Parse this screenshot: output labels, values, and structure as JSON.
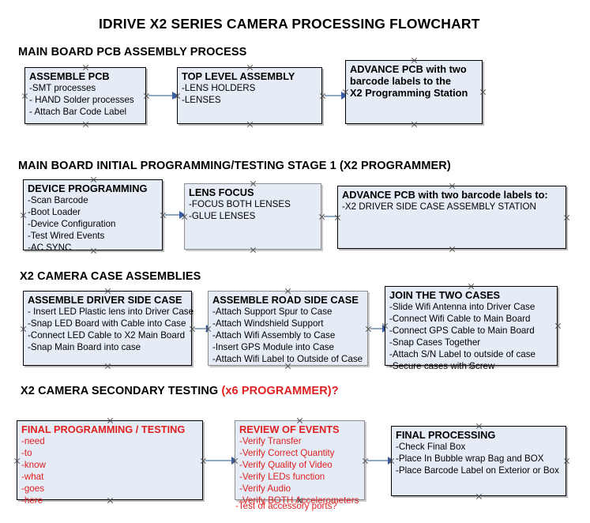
{
  "document": {
    "title": "IDRIVE X2  SERIES CAMERA PROCESSING FLOWCHART"
  },
  "colors": {
    "box_fill": "#e6ecf5",
    "box_border_black": "#000000",
    "box_border_gray": "#8d8d8d",
    "arrow_shaft": "#8fa9c4",
    "arrow_head": "#3a5fa8",
    "text_black": "#000000",
    "text_red": "#e02020"
  },
  "sections": [
    {
      "id": "main-board-pcb-assembly-process",
      "heading": "MAIN BOARD PCB ASSEMBLY PROCESS",
      "heading_accent": "",
      "boxes": [
        {
          "id": "assemble-pcb",
          "title": "ASSEMBLE PCB",
          "lines": [
            "-SMT processes",
            "- HAND Solder processes",
            "- Attach Bar Code Label"
          ]
        },
        {
          "id": "top-level-assembly",
          "title": "TOP LEVEL ASSEMBLY",
          "lines": [
            "-LENS HOLDERS",
            "-LENSES"
          ]
        },
        {
          "id": "advance-pcb-to-x2-programming-station",
          "title": "ADVANCE PCB with two",
          "lines": [
            "barcode labels to the",
            " X2 Programming Station"
          ]
        }
      ]
    },
    {
      "id": "main-board-initial-programming-testing-stage-1",
      "heading": "MAIN BOARD INITIAL PROGRAMMING/TESTING STAGE 1 (X2 PROGRAMMER)",
      "heading_accent": "",
      "boxes": [
        {
          "id": "device-programming",
          "title": "DEVICE PROGRAMMING",
          "lines": [
            "-Scan Barcode",
            "-Boot Loader",
            "-Device Configuration",
            "-Test Wired Events",
            "-AC SYNC"
          ]
        },
        {
          "id": "lens-focus",
          "title": "LENS FOCUS",
          "lines": [
            "-FOCUS BOTH LENSES",
            "-GLUE LENSES"
          ]
        },
        {
          "id": "advance-pcb-to-driver-side-case-assembly",
          "title": "ADVANCE PCB with two barcode labels to:",
          "lines": [
            "-X2 DRIVER  SIDE  CASE  ASSEMBLY STATION"
          ]
        }
      ]
    },
    {
      "id": "x2-camera-case-assemblies",
      "heading": "X2 CAMERA CASE ASSEMBLIES",
      "heading_accent": "",
      "boxes": [
        {
          "id": "assemble-driver-side-case",
          "title": "ASSEMBLE DRIVER SIDE CASE",
          "lines": [
            "- Insert LED Plastic lens into Driver Case",
            "-Snap LED Board with Cable into Case",
            "-Connect LED Cable to X2 Main Board",
            "-Snap Main Board into case"
          ]
        },
        {
          "id": "assemble-road-side-case",
          "title": "ASSEMBLE ROAD SIDE CASE",
          "lines": [
            "-Attach Support Spur to Case",
            "-Attach Windshield Support",
            "-Attach Wifi Assembly to Case",
            "-Insert GPS Module into Case",
            "-Attach Wifi Label to Outside of Case"
          ]
        },
        {
          "id": "join-the-two-cases",
          "title": "JOIN THE TWO CASES",
          "lines": [
            "-Slide Wifi Antenna into Driver Case",
            "-Connect Wifi Cable to Main Board",
            "-Connect GPS Cable to Main Board",
            "-Snap Cases Together",
            "-Attach S/N Label to outside of case",
            "-Secure cases with Screw"
          ]
        }
      ]
    },
    {
      "id": "x2-camera-secondary-testing",
      "heading": "X2 CAMERA SECONDARY TESTING ",
      "heading_accent": "(x6 PROGRAMMER)?",
      "boxes": [
        {
          "id": "final-programming-testing",
          "title": "FINAL PROGRAMMING / TESTING",
          "lines": [
            "-need",
            "-to",
            "-know",
            "-what",
            "-goes",
            "-here"
          ]
        },
        {
          "id": "review-of-events",
          "title": "REVIEW OF EVENTS",
          "lines": [
            "-Verify Transfer",
            "-Verify Correct Quantity",
            "-Verify Quality of Video",
            "-Verify LEDs function",
            "-Verify Audio",
            "-Verify BOTH Accelerometers"
          ],
          "overflow_line": "-Test of accessory ports?"
        },
        {
          "id": "final-processing",
          "title": "FINAL PROCESSING",
          "lines": [
            " -Check Final Box",
            "-Place In Bubble wrap Bag and BOX",
            "-Place Barcode Label on Exterior or Box"
          ]
        }
      ]
    }
  ]
}
